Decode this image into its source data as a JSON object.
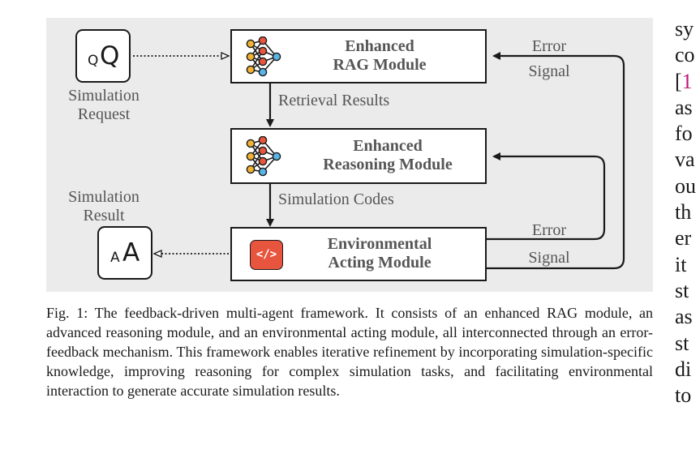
{
  "diagram": {
    "request_icon": {
      "small": "Q",
      "big": "Q"
    },
    "request_label": [
      "Simulation",
      "Request"
    ],
    "result_icon": {
      "small": "A",
      "big": "A"
    },
    "result_label": [
      "Simulation",
      "Result"
    ],
    "modules": [
      {
        "title": [
          "Enhanced",
          "RAG Module"
        ],
        "icon": "neural-network-icon"
      },
      {
        "title": [
          "Enhanced",
          "Reasoning Module"
        ],
        "icon": "neural-network-icon"
      },
      {
        "title": [
          "Environmental",
          "Acting Module"
        ],
        "icon": "code-icon",
        "icon_text": "</>"
      }
    ],
    "edge_labels": {
      "retrieval": "Retrieval Results",
      "codes": "Simulation Codes",
      "error_inner": [
        "Error",
        "Signal"
      ],
      "error_outer": [
        "Error",
        "Signal"
      ]
    },
    "colors": {
      "panel": "#ebebeb",
      "code_icon": "#e8553f",
      "node_yellow": "#f2b233",
      "node_red": "#e8553f",
      "node_blue": "#5ab4e6",
      "label_gray": "#555555"
    }
  },
  "caption": "Fig. 1: The feedback-driven multi-agent framework. It consists of an enhanced RAG module, an advanced reasoning module, and an environmental acting module, all interconnected through an error-feedback mechanism. This framework enables iterative refinement by incorporating simulation-specific knowledge, improving reasoning for complex simulation tasks, and facilitating environmental interaction to generate accurate simulation results.",
  "right_column": {
    "lines": [
      "sy",
      "co",
      "[",
      "as",
      "fo",
      "va",
      "ou",
      "th",
      "er",
      "it",
      "st",
      "as",
      "st",
      "di",
      "to"
    ],
    "citation_digit": "1"
  }
}
